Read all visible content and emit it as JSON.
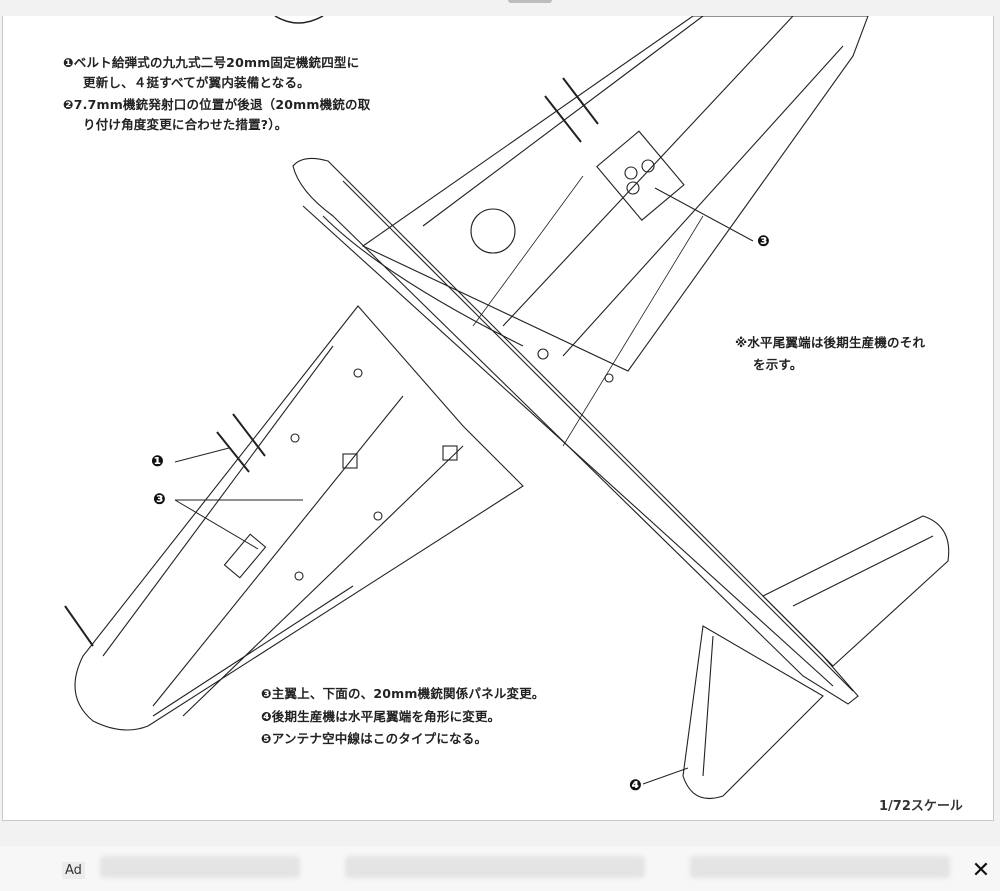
{
  "notes": {
    "note1_line1": "❶ベルト給弾式の九九式二号20mm固定機銃四型に",
    "note1_line2": "更新し、４挺すべてが翼内装備となる。",
    "note2_line1": "❷7.7mm機銃発射口の位置が後退（20mm機銃の取",
    "note2_line2": "り付け角度変更に合わせた措置?）。",
    "note_tail_line1": "※水平尾翼端は後期生産機のそれ",
    "note_tail_line2": "を示す。",
    "note3": "❸主翼上、下面の、20mm機銃関係パネル変更。",
    "note4": "❹後期生産機は水平尾翼端を角形に変更。",
    "note5": "❺アンテナ空中線はこのタイプになる。"
  },
  "callouts": {
    "c1": "❶",
    "c3_left": "❸",
    "c3_right": "❸",
    "c4": "❹"
  },
  "scale": "1/72スケール",
  "ad": {
    "label": "Ad",
    "close_symbol": "✕"
  }
}
